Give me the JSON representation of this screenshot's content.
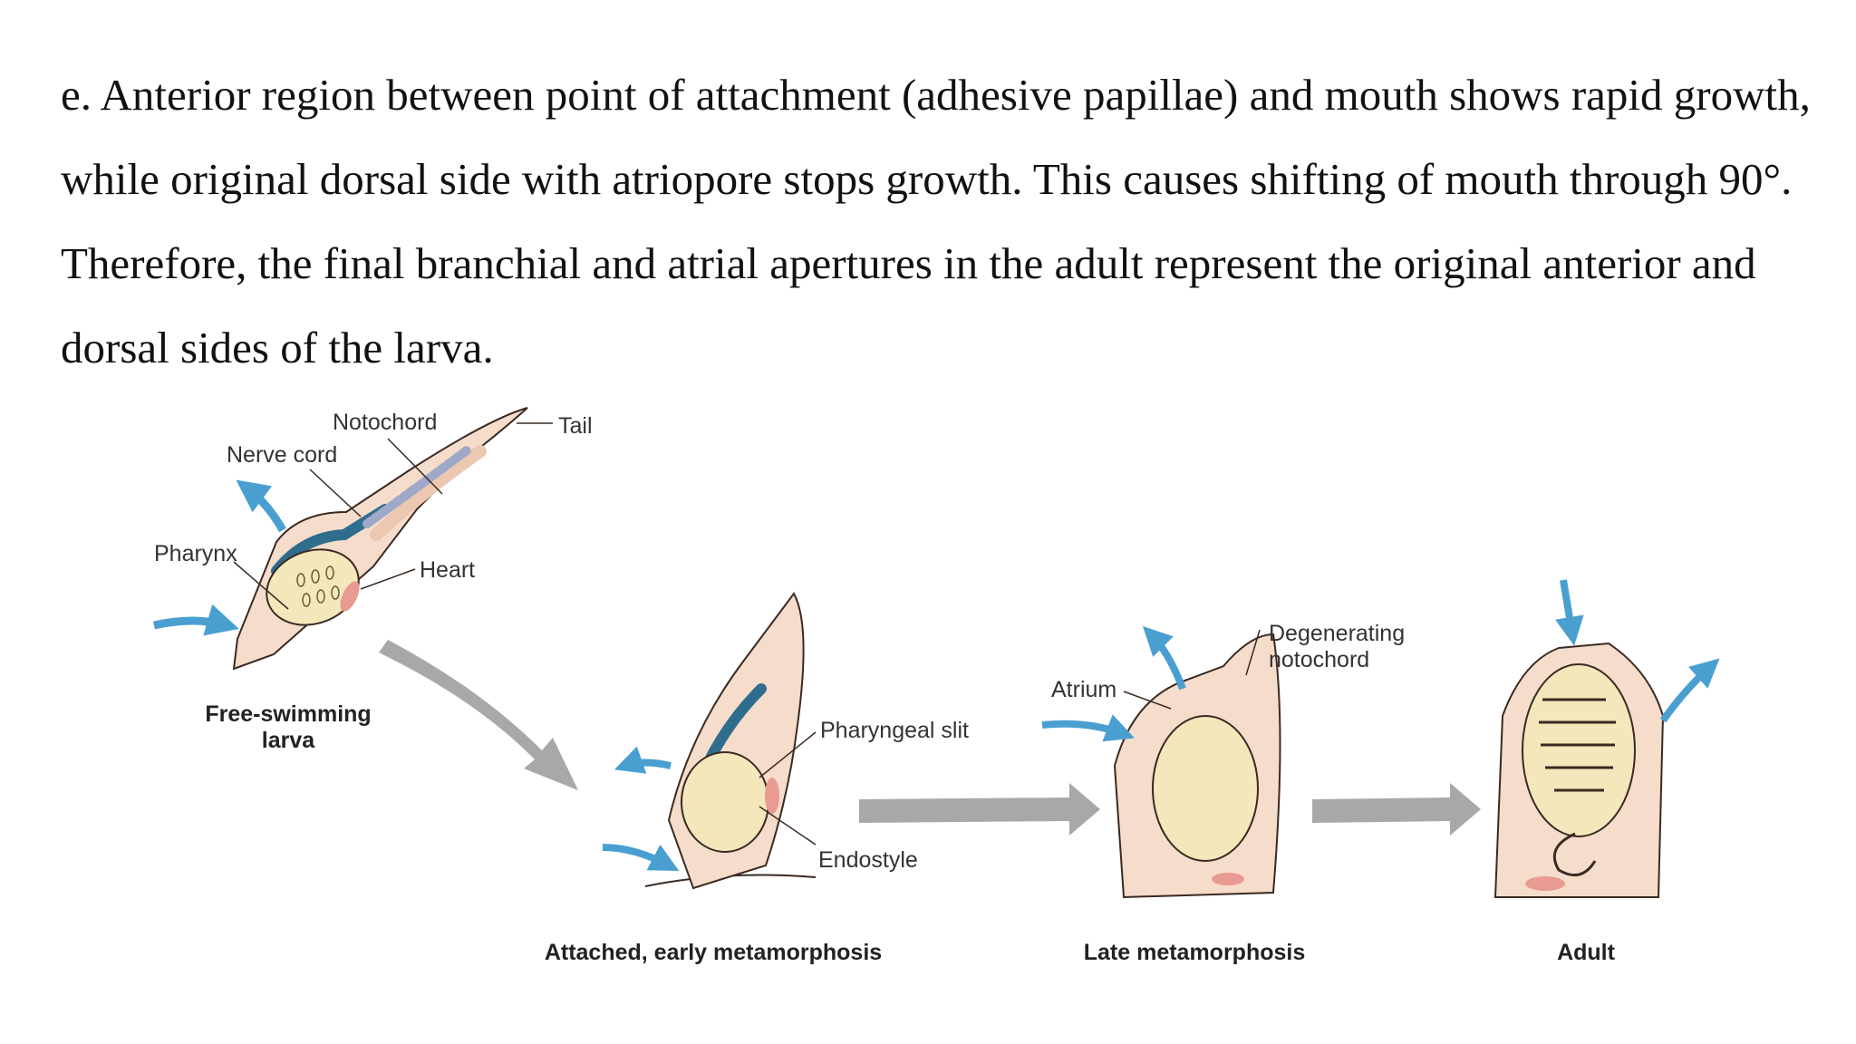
{
  "paragraph": "e. Anterior region between point of attachment (adhesive papillae) and mouth shows rapid growth, while original dorsal side with atriopore stops growth. This causes shifting of mouth through 90°. Therefore, the final branchial and atrial apertures in the adult represent the original anterior and dorsal sides of the larva.",
  "labels": {
    "notochord": "Notochord",
    "tail": "Tail",
    "nerve_cord": "Nerve cord",
    "pharynx": "Pharynx",
    "heart": "Heart",
    "pharyngeal_slit": "Pharyngeal slit",
    "endostyle": "Endostyle",
    "atrium": "Atrium",
    "degenerating_notochord_line1": "Degenerating",
    "degenerating_notochord_line2": "notochord"
  },
  "captions": {
    "stage1_line1": "Free-swimming",
    "stage1_line2": "larva",
    "stage2": "Attached, early metamorphosis",
    "stage3": "Late metamorphosis",
    "stage4": "Adult"
  },
  "colors": {
    "body_outline": "#f2d7c3",
    "pharynx_fill": "#f3e7bb",
    "nerve_cord": "#2e6d8e",
    "notochord": "#9ea8c8",
    "heart": "#e99a92",
    "water_arrow": "#4a9fd1",
    "stage_arrow": "#a8a8a8"
  }
}
